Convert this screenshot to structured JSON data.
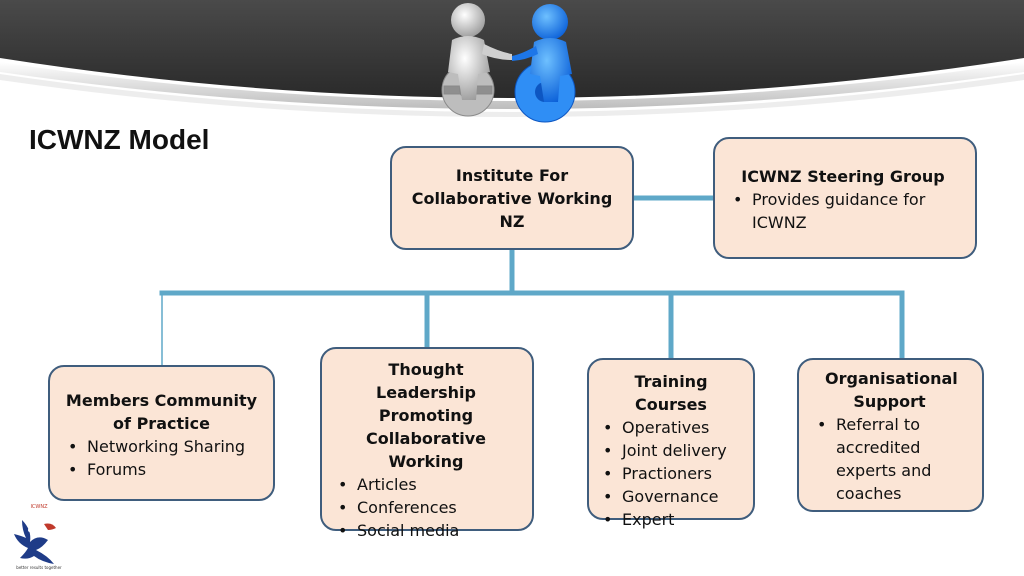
{
  "title": "ICWNZ Model",
  "colors": {
    "box_fill": "#fbe5d6",
    "box_border": "#3f5d7d",
    "connector": "#5fa8c8"
  },
  "banner": {
    "graphic": "handshake-gears-figures"
  },
  "nodes": {
    "institute": {
      "title": "Institute For Collaborative Working NZ"
    },
    "steering": {
      "title": "ICWNZ Steering Group",
      "items": [
        "Provides guidance for ICWNZ"
      ]
    },
    "members": {
      "title": "Members Community of Practice",
      "items": [
        "Networking Sharing",
        "Forums"
      ]
    },
    "thought": {
      "title": "Thought Leadership Promoting Collaborative Working",
      "items": [
        "Articles",
        "Conferences",
        "Social media"
      ]
    },
    "training": {
      "title": "Training Courses",
      "items": [
        "Operatives",
        "Joint delivery",
        "Practioners",
        "Governance",
        "Expert"
      ]
    },
    "support": {
      "title": "Organisational Support",
      "items": [
        "Referral to accredited experts and coaches"
      ]
    }
  },
  "logo": {
    "name": "ICWNZ",
    "tagline": "better results together"
  }
}
